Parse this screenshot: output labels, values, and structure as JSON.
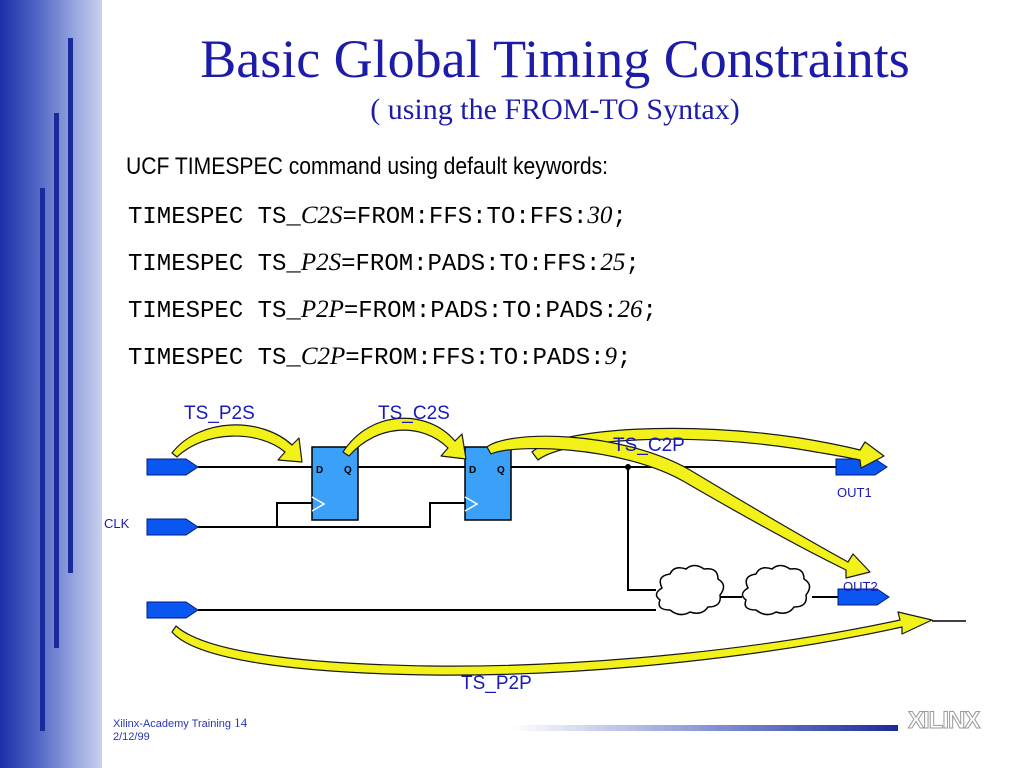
{
  "slide": {
    "title": "Basic Global Timing Constraints",
    "subtitle": "( using the FROM-TO Syntax)",
    "heading": "UCF TIMESPEC command using default keywords:"
  },
  "code_lines": [
    {
      "prefix": "TIMESPEC TS_",
      "name": "C2S",
      "spec": "=FROM:FFS:TO:FFS:",
      "value": "30",
      "end": ";"
    },
    {
      "prefix": "TIMESPEC TS_",
      "name": "P2S",
      "spec": "=FROM:PADS:TO:FFS:",
      "value": "25",
      "end": ";"
    },
    {
      "prefix": "TIMESPEC TS_",
      "name": "P2P",
      "spec": "=FROM:PADS:TO:PADS:",
      "value": "26",
      "end": ";"
    },
    {
      "prefix": "TIMESPEC TS_",
      "name": "C2P",
      "spec": "=FROM:FFS:TO:PADS:",
      "value": "9",
      "end": ";"
    }
  ],
  "diagram": {
    "labels": {
      "ts_p2s": "TS_P2S",
      "ts_c2s": "TS_C2S",
      "ts_c2p": "TS_C2P",
      "ts_p2p": "TS_P2P",
      "out1": "OUT1",
      "out2": "OUT2",
      "clk": "CLK"
    },
    "ff1": {
      "d": "D",
      "q": "Q"
    },
    "ff2": {
      "d": "D",
      "q": "Q"
    }
  },
  "footer": {
    "label": "Xilinx-Academy Training",
    "page": "14",
    "date": "2/12/99"
  },
  "logo": "XILINX",
  "colors": {
    "title": "#1c1ca8",
    "sidebar": "#1a2fa8",
    "arrow_fill": "#f2f21a",
    "pad_fill": "#0a56f0",
    "flipflop_fill": "#3aa0f8",
    "label_blue": "#1a1ab8"
  }
}
